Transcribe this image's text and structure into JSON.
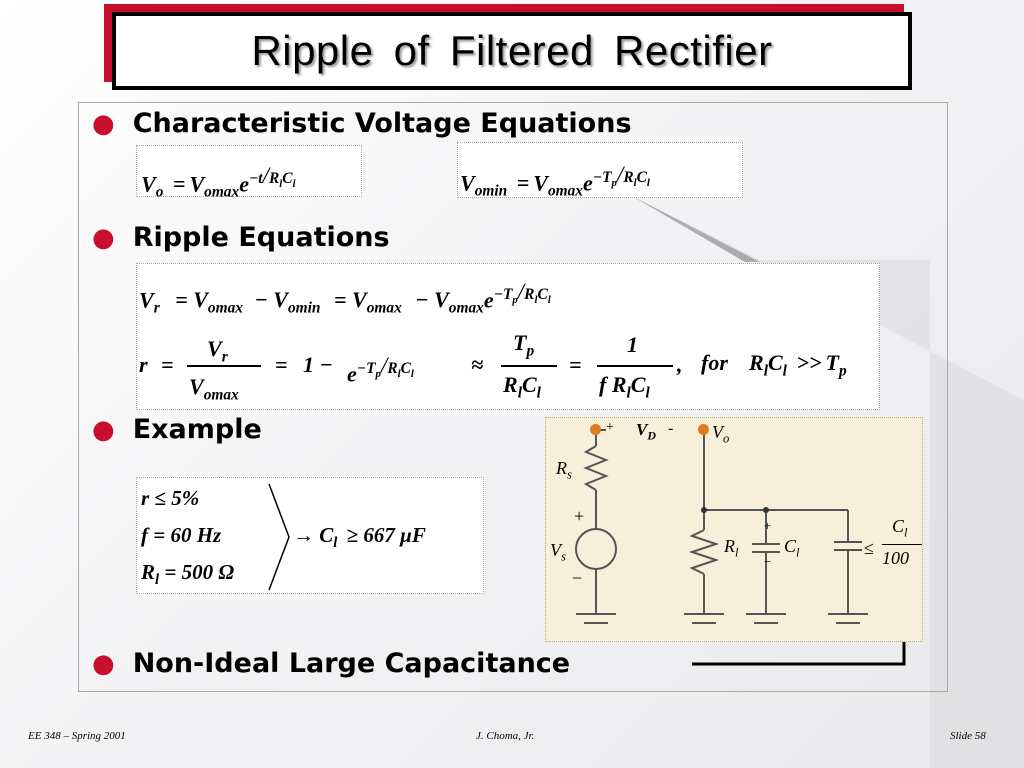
{
  "title": "Ripple  of  Filtered  Rectifier",
  "bullets": {
    "b1": "Characteristic Voltage Equations",
    "b2": "Ripple Equations",
    "b3": "Example",
    "b4": "Non-Ideal Large Capacitance"
  },
  "equations": {
    "char_left": {
      "V": "V",
      "o": "o",
      "eq": "=",
      "Vomax": "V",
      "omax": "omax",
      "e": "e",
      "exp": "−t",
      "slash": "/",
      "R": "R",
      "l1": "l",
      "C": "C",
      "l2": "l"
    },
    "char_right": {
      "V": "V",
      "omin": "omin",
      "eq": "=",
      "Vomax": "V",
      "omax": "omax",
      "e": "e",
      "exp": "−T",
      "p": "p",
      "slash": "/",
      "R": "R",
      "l1": "l",
      "C": "C",
      "l2": "l"
    },
    "ripple1": "V",
    "ripple1_sub": "r",
    "ripple1_rest_a": "=  V",
    "ripple1_rest_a_sub": "omax",
    "ripple1_rest_b": "− V",
    "ripple1_rest_b_sub": "omin",
    "ripple1_rest_c": "=  V",
    "ripple1_rest_c_sub": "omax",
    "ripple1_rest_d": "−  V",
    "ripple1_rest_d_sub": "omax",
    "ripple1_e": "e",
    "ripple1_exp": "−T",
    "ripple1_exp_p": "p",
    "ripple1_exp_slash": "/",
    "ripple1_exp_R": "R",
    "ripple1_exp_l1": "l",
    "ripple1_exp_C": "C",
    "ripple1_exp_l2": "l",
    "ripple2": {
      "r": "r",
      "eq1": "=",
      "frac1_num": "V",
      "frac1_num_sub": "r",
      "frac1_den": "V",
      "frac1_den_sub": "omax",
      "eq2": "=",
      "one_minus": "1 −",
      "e": "e",
      "exp": "−T",
      "exp_p": "p",
      "exp_slash": "/",
      "exp_R": "R",
      "exp_l1": "l",
      "exp_C": "C",
      "exp_l2": "l",
      "approx": "≈",
      "frac2_num": "T",
      "frac2_num_sub": "p",
      "frac2_den_R": "R",
      "frac2_den_l1": "l",
      "frac2_den_C": "C",
      "frac2_den_l2": "l",
      "eq3": "=",
      "frac3_num": "1",
      "frac3_den_f": "f R",
      "frac3_den_l1": "l",
      "frac3_den_C": "C",
      "frac3_den_l2": "l",
      "comma": ",",
      "for": "for",
      "cond_R": "R",
      "cond_l1": "l",
      "cond_C": "C",
      "cond_l2": "l",
      "cond_gg": ">>",
      "cond_T": "T",
      "cond_p": "p"
    },
    "example": {
      "line1": "r  ≤  5%",
      "line2": "f  = 60  Hz",
      "line3_R": "R",
      "line3_l": "l",
      "line3_rest": "= 500  Ω",
      "result": "→ C",
      "result_l": "l",
      "result_rest": "≥  667  μF"
    }
  },
  "circuit": {
    "vd_label": "V",
    "vd_sub": "D",
    "plus_top": "+",
    "minus_top": "-",
    "vo_label": "V",
    "vo_sub": "o",
    "rs_label": "R",
    "rs_sub": "s",
    "vs_label": "V",
    "vs_sub": "s",
    "vs_plus": "+",
    "vs_minus": "−",
    "rl_label": "R",
    "rl_sub": "l",
    "cl_label": "C",
    "cl_sub": "l",
    "cl_plus": "+",
    "cl_minus": "−",
    "le": "≤",
    "frac_num": "C",
    "frac_num_sub": "l",
    "frac_den": "100",
    "accent": "#e07a20"
  },
  "footer": {
    "left": "EE 348 – Spring 2001",
    "center": "J. Choma, Jr.",
    "right": "Slide 58"
  },
  "colors": {
    "accent": "#c8102e",
    "circuit_bg": "#f7efd9"
  }
}
